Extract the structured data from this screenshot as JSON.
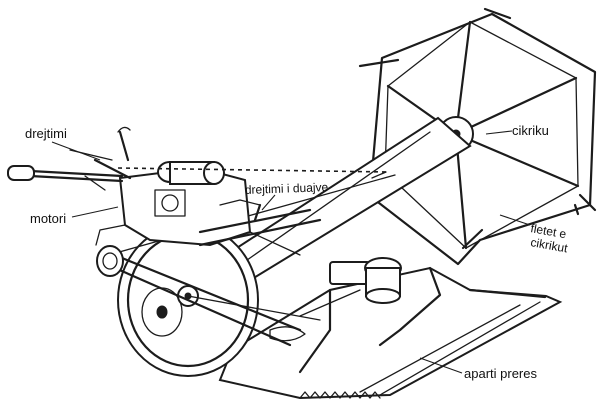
{
  "labels": {
    "drejtimi": "drejtimi",
    "motori": "motori",
    "drejtimi_duajve": "drejtimi i duajve",
    "cikriku": "cikriku",
    "fletet_line1": "fletet e",
    "fletet_line2": "cikrikut",
    "aparti_preres": "aparti preres"
  }
}
